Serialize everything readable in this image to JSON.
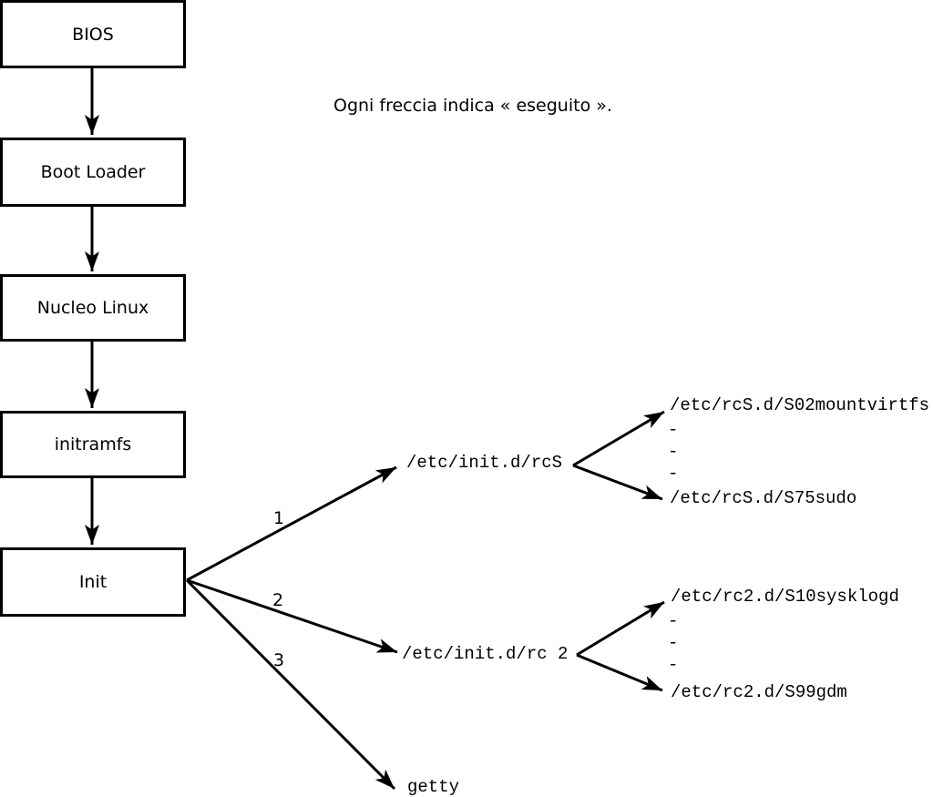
{
  "caption": "Ogni freccia indica « eseguito ».",
  "boxes": [
    {
      "label": "BIOS"
    },
    {
      "label": "Boot Loader"
    },
    {
      "label": "Nucleo Linux"
    },
    {
      "label": "initramfs"
    },
    {
      "label": "Init"
    }
  ],
  "branches": [
    {
      "number": "1",
      "target": "/etc/init.d/rcS",
      "children": {
        "first": "/etc/rcS.d/S02mountvirtfs",
        "dots": [
          "-",
          "-",
          "-"
        ],
        "last": "/etc/rcS.d/S75sudo"
      }
    },
    {
      "number": "2",
      "target": "/etc/init.d/rc 2",
      "children": {
        "first": "/etc/rc2.d/S10sysklogd",
        "dots": [
          "-",
          "-",
          "-"
        ],
        "last": "/etc/rc2.d/S99gdm"
      }
    },
    {
      "number": "3",
      "target": "getty"
    }
  ],
  "colors": {
    "foreground": "#000000",
    "background": "#ffffff"
  }
}
